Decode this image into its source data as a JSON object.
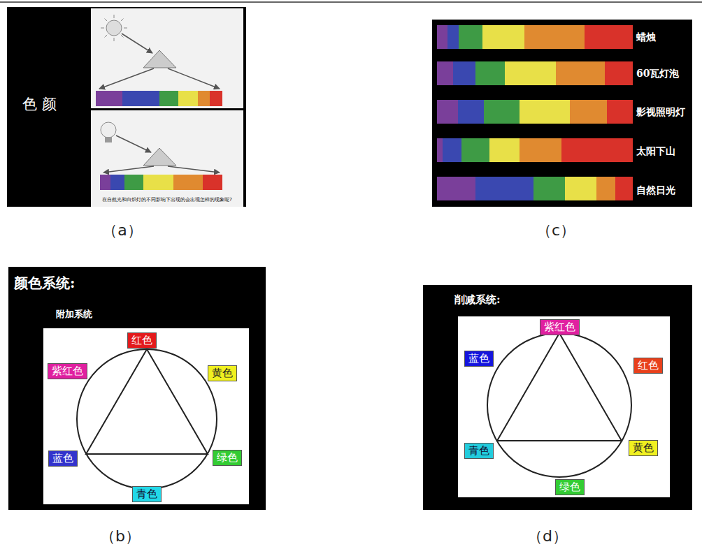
{
  "diagram": {
    "nodes": [
      {
        "text": [
          "色 颜"
        ]
      },
      {
        "text": [
          "在自然光和白炽灯的不同影响下出现的会出现怎样的现象呢?"
        ],
        "in": 0
      },
      {
        "text": [
          "蜡烛",
          "60瓦灯泡",
          "影视照明灯",
          "太阳下山",
          "自然日光"
        ]
      },
      {
        "text": [
          "颜色系统:",
          "附加系统"
        ]
      },
      {
        "text": [
          "红色"
        ],
        "in": 3
      },
      {
        "text": [
          "紫红色"
        ],
        "in": 3
      },
      {
        "text": [
          "黄色"
        ],
        "in": 3
      },
      {
        "text": [
          "蓝色"
        ],
        "in": 3
      },
      {
        "text": [
          "绿色"
        ],
        "in": 3
      },
      {
        "text": [
          "青色"
        ],
        "in": 3
      },
      {
        "text": [
          "削减系统:"
        ]
      },
      {
        "text": [
          "紫红色"
        ],
        "in": 10
      },
      {
        "text": [
          "蓝色"
        ],
        "in": 10
      },
      {
        "text": [
          "红色"
        ],
        "in": 10
      },
      {
        "text": [
          "青色"
        ],
        "in": 10
      },
      {
        "text": [
          "黄色"
        ],
        "in": 10
      },
      {
        "text": [
          "绿色"
        ],
        "in": 10
      }
    ],
    "labels": [
      "（a）",
      "（c）",
      "（b）",
      "（d）"
    ]
  }
}
